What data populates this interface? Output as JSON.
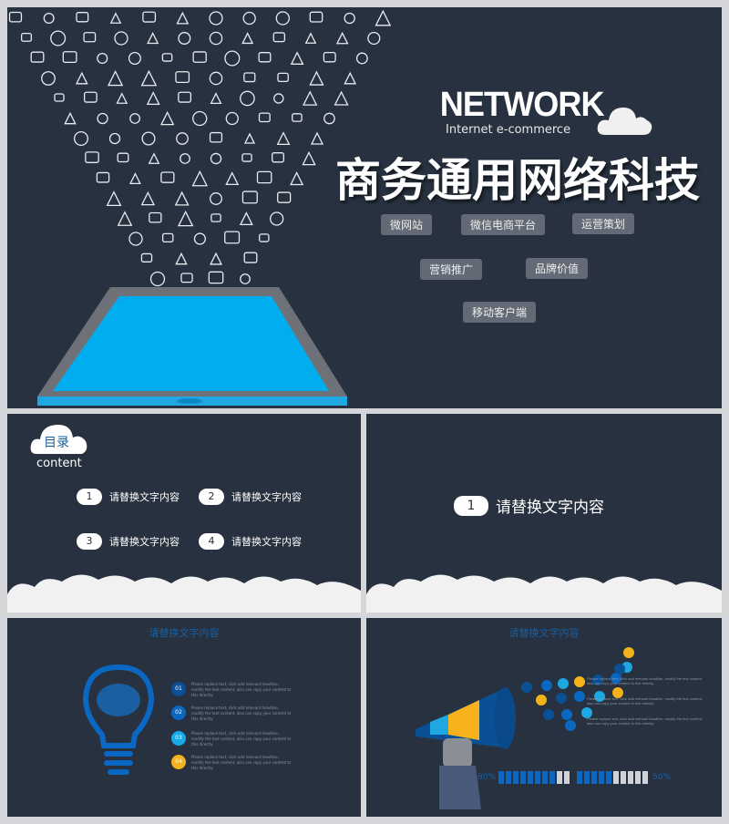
{
  "cover": {
    "title_en": "NETWORK",
    "subtitle_en": "Internet e-commerce",
    "title_cn": "商务通用网络科技",
    "tags": [
      "微网站",
      "微信电商平台",
      "运营策划",
      "营销推广",
      "品牌价值",
      "移动客户端"
    ]
  },
  "toc": {
    "title": "目录",
    "subtitle": "content",
    "items": [
      {
        "n": "1",
        "label": "请替换文字内容"
      },
      {
        "n": "2",
        "label": "请替换文字内容"
      },
      {
        "n": "3",
        "label": "请替换文字内容"
      },
      {
        "n": "4",
        "label": "请替换文字内容"
      }
    ]
  },
  "section": {
    "n": "1",
    "label": "请替换文字内容"
  },
  "bulb_slide": {
    "title": "请替换文字内容",
    "items": [
      {
        "n": "01",
        "color": "#0b4f94",
        "text": "Please replace text, click add relevant headline, modify the text content, also can copy your content to this directly."
      },
      {
        "n": "02",
        "color": "#0a67c2",
        "text": "Please replace text, click add relevant headline, modify the text content, also can copy your content to this directly."
      },
      {
        "n": "03",
        "color": "#15aae8",
        "text": "Please replace text, click add relevant headline, modify the text content, also can copy your content to this directly."
      },
      {
        "n": "04",
        "color": "#f6b21a",
        "text": "Please replace text, click add relevant headline, modify the text content, also can copy your content to this directly."
      }
    ]
  },
  "megaphone_slide": {
    "title": "请替换文字内容",
    "texts": [
      "Please replace text, click add relevant headline, modify the text content, also can copy your content to this directly.",
      "Please replace text, click add relevant headline, modify the text content, also can copy your content to this directly.",
      "Please replace text, click add relevant headline, modify the text content, also can copy your content to this directly."
    ],
    "stat_left": "80%",
    "stat_right": "50%",
    "people_left_filled": 8,
    "people_left_total": 10,
    "people_right_filled": 5,
    "people_right_total": 10
  },
  "colors": {
    "background": "#27313f",
    "accent": "#00aeef",
    "blue": "#1a5fa0",
    "yellow": "#f6b21a"
  }
}
